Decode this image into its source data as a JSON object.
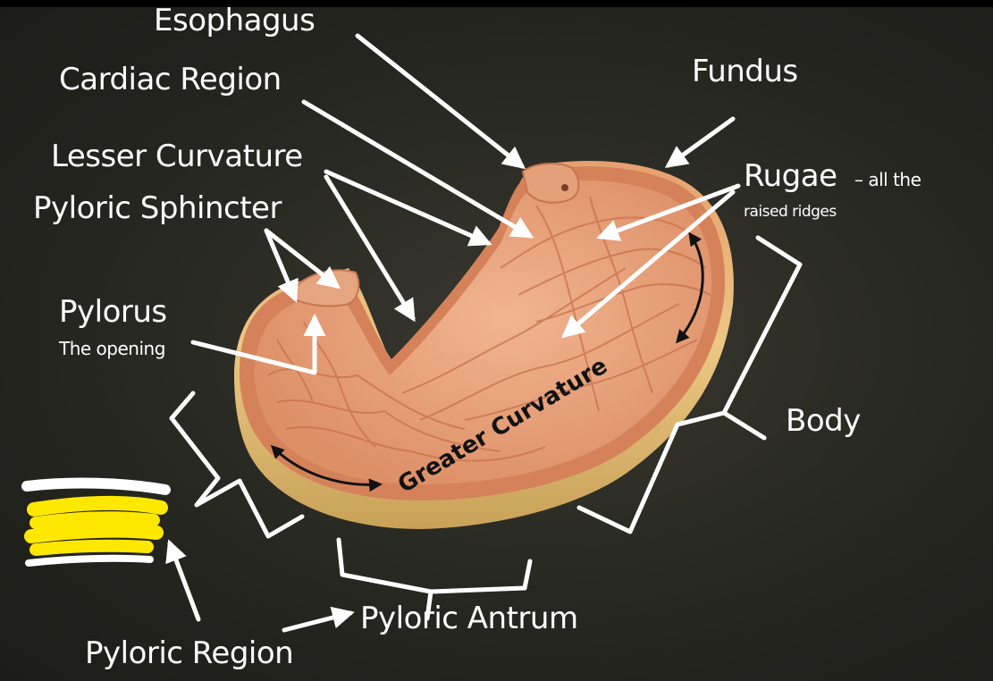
{
  "labels": {
    "esophagus": "Esophagus",
    "cardiac_region": "Cardiac Region",
    "fundus": "Fundus",
    "lesser_curvature": "Lesser Curvature",
    "pyloric_sphincter": "Pyloric Sphincter",
    "rugae": "Rugae",
    "rugae_note_1": "– all the",
    "rugae_note_2": "raised ridges",
    "pylorus": "Pylorus",
    "pylorus_note": "The opening",
    "greater_curvature": "Greater Curvature",
    "body": "Body",
    "pyloric_antrum": "Pyloric Antrum",
    "pyloric_region": "Pyloric Region"
  },
  "colors": {
    "background": "#2e2e27",
    "annotation": "#ffffff",
    "stomach_outer": "#d98a5e",
    "stomach_inner": "#e7a27c",
    "stomach_base": "#e9c57a",
    "redaction": "#ffe800"
  }
}
